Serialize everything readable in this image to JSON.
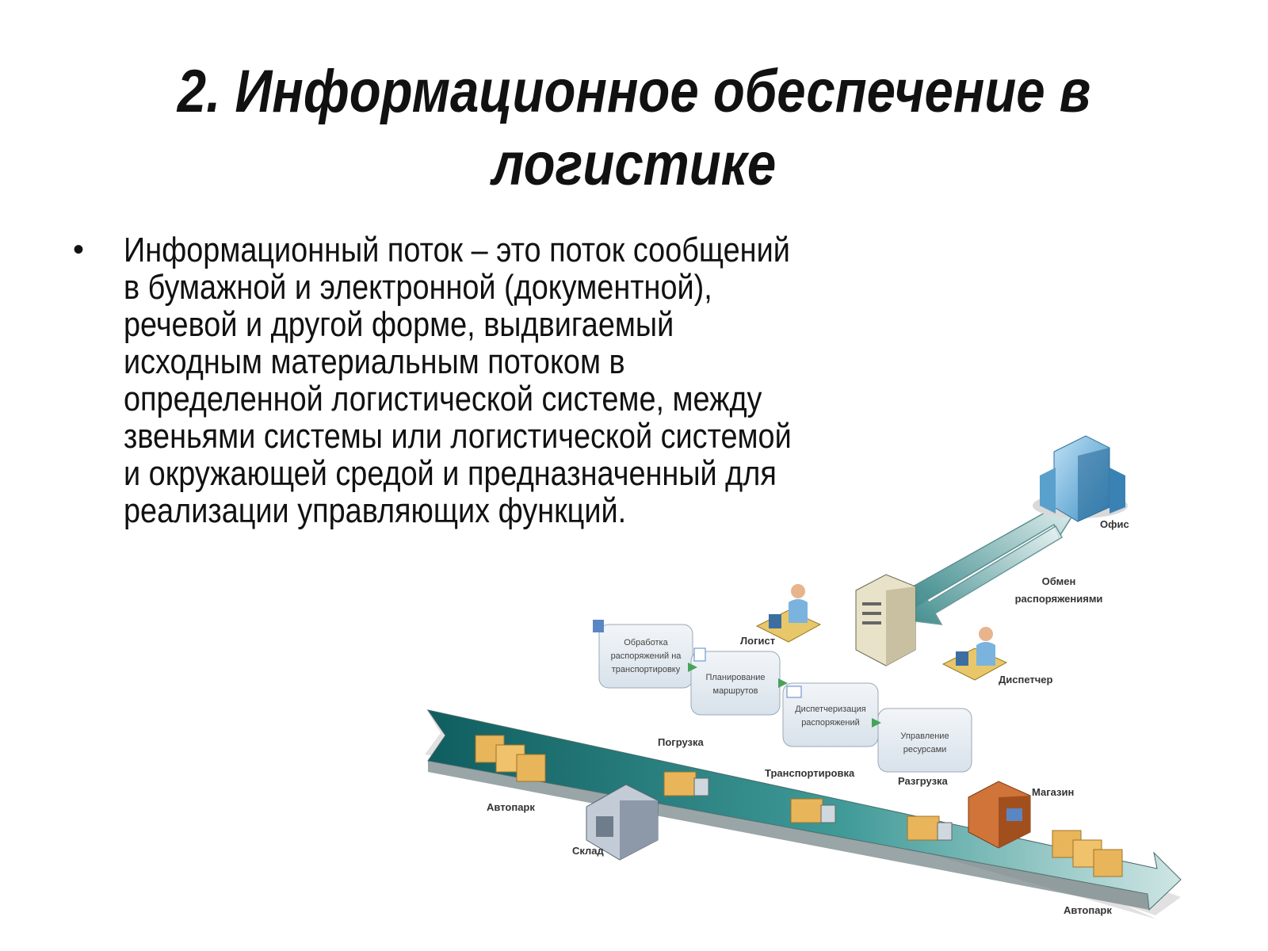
{
  "title": "2. Информационное обеспечение в логистике",
  "bullet": "Информационный поток – это поток сообщений в бумажной и электронной (документной), речевой и другой форме, выдвигаемый исходным материальным потоком в определенной логистической системе, между звеньями системы или логистической системой и окружающей средой и предназначенный для реализации управляющих функций.",
  "diagram": {
    "office": "Офис",
    "exchange": [
      "Обмен",
      "распоряжениями"
    ],
    "logist": "Логист",
    "dispatcher": "Диспетчер",
    "steps": [
      [
        "Обработка",
        "распоряжений на",
        "транспортировку"
      ],
      [
        "Планирование",
        "маршрутов"
      ],
      [
        "Диспетчеризация",
        "распоряжений"
      ],
      [
        "Управление",
        "ресурсами"
      ]
    ],
    "loading": "Погрузка",
    "transport": "Транспортировка",
    "unloading": "Разгрузка",
    "store": "Магазин",
    "fleet_start": "Автопарк",
    "warehouse": "Склад",
    "fleet_end": "Автопарк"
  }
}
